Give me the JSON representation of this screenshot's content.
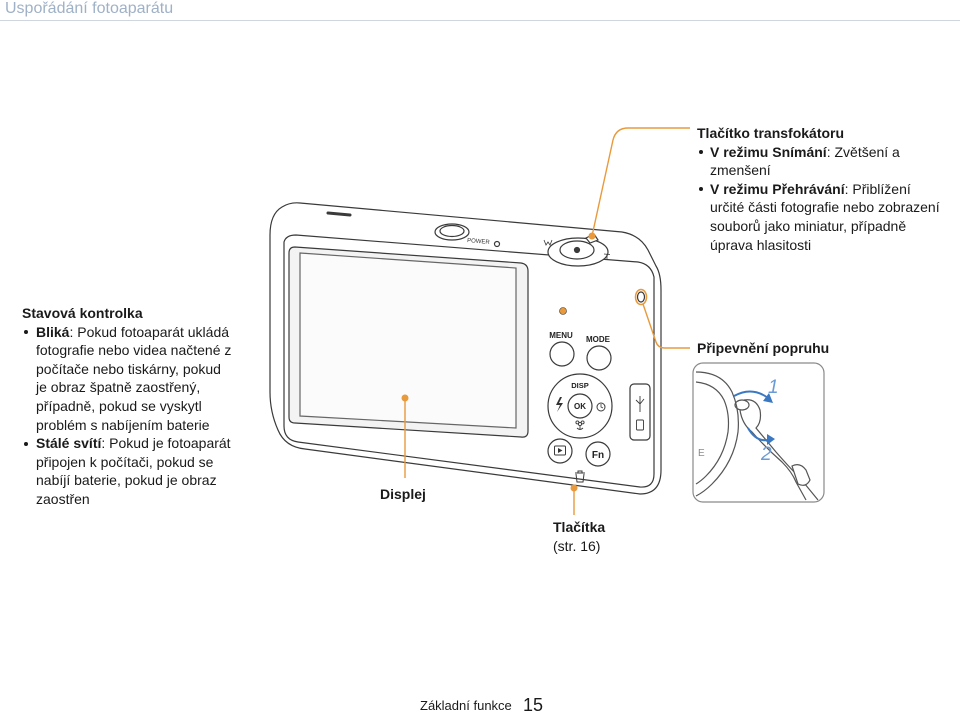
{
  "page": {
    "header_title": "Uspořádání fotoaparátu",
    "footer_section": "Základní funkce",
    "page_number": "15"
  },
  "callouts": {
    "zoom": {
      "title": "Tlačítko transfokátoru",
      "items": [
        {
          "term": "V režimu Snímání",
          "text": ": Zvětšení a\nzmenšení"
        },
        {
          "term": "V režimu Přehrávání",
          "text": ": Přiblížení\nurčité části fotografie nebo zobrazení\nsouborů jako miniatur, případně\núprava hlasitosti"
        }
      ]
    },
    "status_lamp": {
      "title": "Stavová kontrolka",
      "items": [
        {
          "term": "Bliká",
          "text": ": Pokud fotoaparát ukládá\nfotografie nebo videa načtené z\npočítače nebo tiskárny, pokud\nje obraz špatně zaostřený,\npřípadně, pokud se vyskytl\nproblém s nabíjením baterie"
        },
        {
          "term": "Stálé svítí",
          "text": ": Pokud je fotoaparát\npřipojen k počítači, pokud se\nnabíjí baterie, pokud je obraz\nzaostřen"
        }
      ]
    },
    "display": {
      "label": "Displej"
    },
    "buttons": {
      "label": "Tlačítka",
      "page_ref": "(str. 16)"
    },
    "strap": {
      "title": "Připevnění popruhu",
      "step_1": "1",
      "step_2": "2",
      "edge_text": "E"
    }
  },
  "camera": {
    "power_label": "POWER",
    "menu_label": "MENU",
    "mode_label": "MODE",
    "disp_label": "DISP",
    "ok_label": "OK",
    "fn_label": "Fn",
    "icons": [
      "flash-icon",
      "timer-icon",
      "macro-icon",
      "playback-icon",
      "trash-icon",
      "usb-port-icon",
      "av-port-icon",
      "wide-mark-icon",
      "tele-mark-icon"
    ]
  },
  "colors": {
    "header_text": "#9fb1c7",
    "rule": "#cfd6de",
    "accent": "#e89a3c",
    "step_number": "#6b9bd6",
    "strap_arrow": "#3a78c2",
    "text": "#1a1a1a"
  }
}
